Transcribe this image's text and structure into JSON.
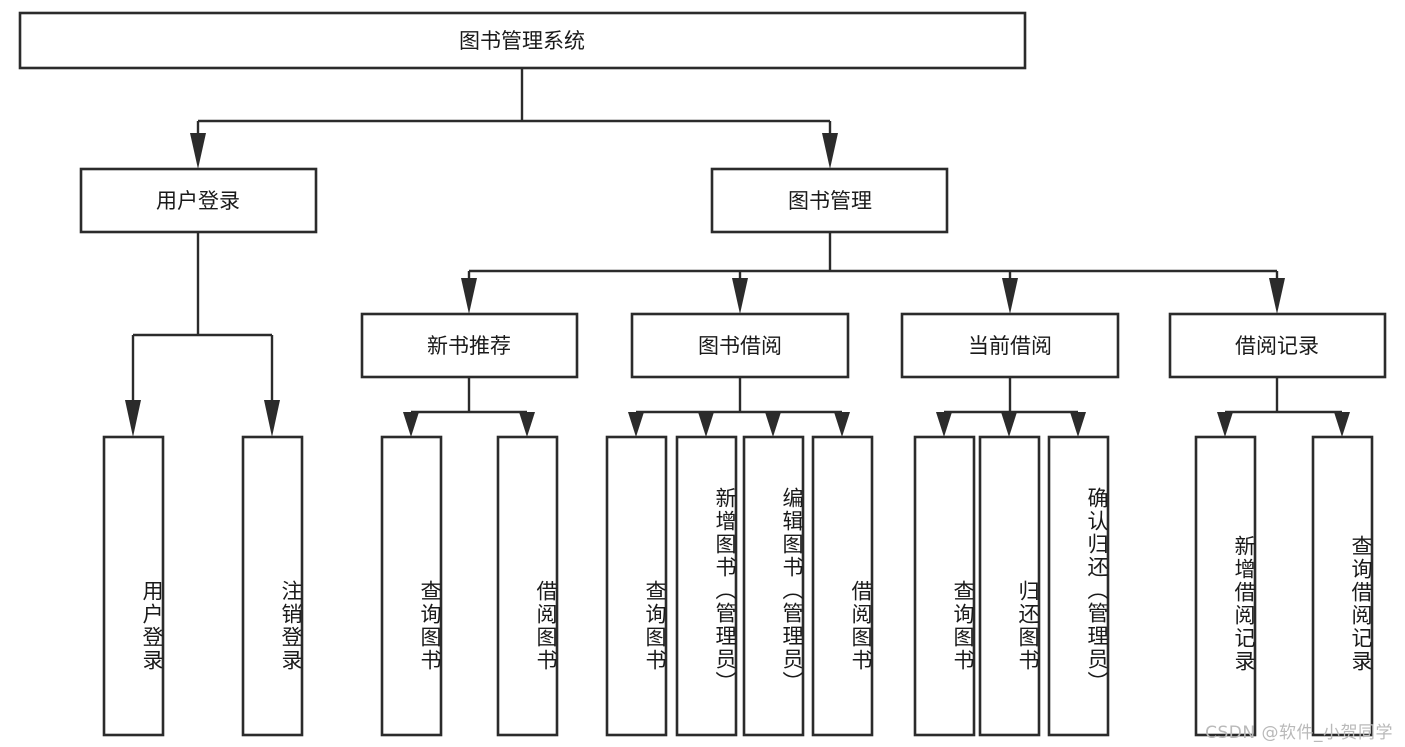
{
  "diagram": {
    "title": "图书管理系统",
    "type": "hierarchy-tree",
    "orientation": "top-down",
    "root": {
      "id": "root",
      "label": "图书管理系统",
      "orientation": "horizontal"
    },
    "level2": [
      {
        "id": "user-login",
        "label": "用户登录",
        "orientation": "horizontal"
      },
      {
        "id": "book-manage",
        "label": "图书管理",
        "orientation": "horizontal"
      }
    ],
    "level3": [
      {
        "id": "new-book-rec",
        "label": "新书推荐",
        "parent": "book-manage",
        "orientation": "horizontal"
      },
      {
        "id": "book-borrow",
        "label": "图书借阅",
        "parent": "book-manage",
        "orientation": "horizontal"
      },
      {
        "id": "current-borrow",
        "label": "当前借阅",
        "parent": "book-manage",
        "orientation": "horizontal"
      },
      {
        "id": "borrow-record",
        "label": "借阅记录",
        "parent": "book-manage",
        "orientation": "horizontal"
      }
    ],
    "leaves": [
      {
        "id": "leaf-user-login",
        "label": "用户登录",
        "parent": "user-login",
        "orientation": "vertical"
      },
      {
        "id": "leaf-logout",
        "label": "注销登录",
        "parent": "user-login",
        "orientation": "vertical"
      },
      {
        "id": "leaf-query-book-1",
        "label": "查询图书",
        "parent": "new-book-rec",
        "orientation": "vertical"
      },
      {
        "id": "leaf-borrow-book-1",
        "label": "借阅图书",
        "parent": "new-book-rec",
        "orientation": "vertical"
      },
      {
        "id": "leaf-query-book-2",
        "label": "查询图书",
        "parent": "book-borrow",
        "orientation": "vertical"
      },
      {
        "id": "leaf-add-book",
        "label": "新增图书（管理员）",
        "parent": "book-borrow",
        "orientation": "vertical"
      },
      {
        "id": "leaf-edit-book",
        "label": "编辑图书（管理员）",
        "parent": "book-borrow",
        "orientation": "vertical"
      },
      {
        "id": "leaf-borrow-book-2",
        "label": "借阅图书",
        "parent": "book-borrow",
        "orientation": "vertical"
      },
      {
        "id": "leaf-query-book-3",
        "label": "查询图书",
        "parent": "current-borrow",
        "orientation": "vertical"
      },
      {
        "id": "leaf-return-book",
        "label": "归还图书",
        "parent": "current-borrow",
        "orientation": "vertical"
      },
      {
        "id": "leaf-confirm-return",
        "label": "确认归还（管理员）",
        "parent": "current-borrow",
        "orientation": "vertical"
      },
      {
        "id": "leaf-add-record",
        "label": "新增借阅记录",
        "parent": "borrow-record",
        "orientation": "vertical"
      },
      {
        "id": "leaf-query-record",
        "label": "查询借阅记录",
        "parent": "borrow-record",
        "orientation": "vertical"
      }
    ],
    "colors": {
      "stroke": "#2b2b2b",
      "fill": "#ffffff",
      "text": "#1a1a1a",
      "watermark": "#b9b9b9"
    }
  },
  "watermark": {
    "text": "CSDN @软件_小贺同学"
  }
}
